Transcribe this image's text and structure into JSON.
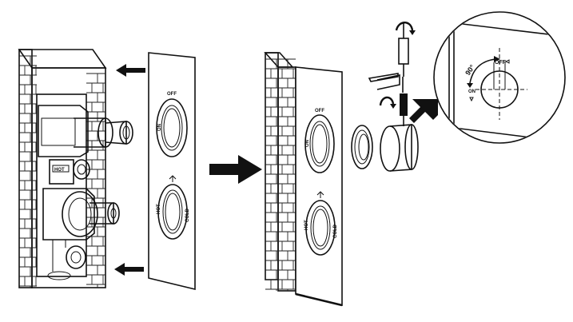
{
  "labels": {
    "plate_off": "OFF",
    "plate_on": "ON",
    "plate_hot": "HOT",
    "plate_cold": "COLD",
    "valve_hot": "HOT",
    "detail_angle": "90°",
    "detail_off": "OFF",
    "detail_on": "ON"
  },
  "colors": {
    "line": "#111111",
    "background": "#ffffff",
    "arrow": "#111111"
  },
  "icons": [
    "remove-arrow-icon",
    "next-step-arrow-icon",
    "rotate-arrow-icon",
    "zoom-arrow-icon"
  ]
}
